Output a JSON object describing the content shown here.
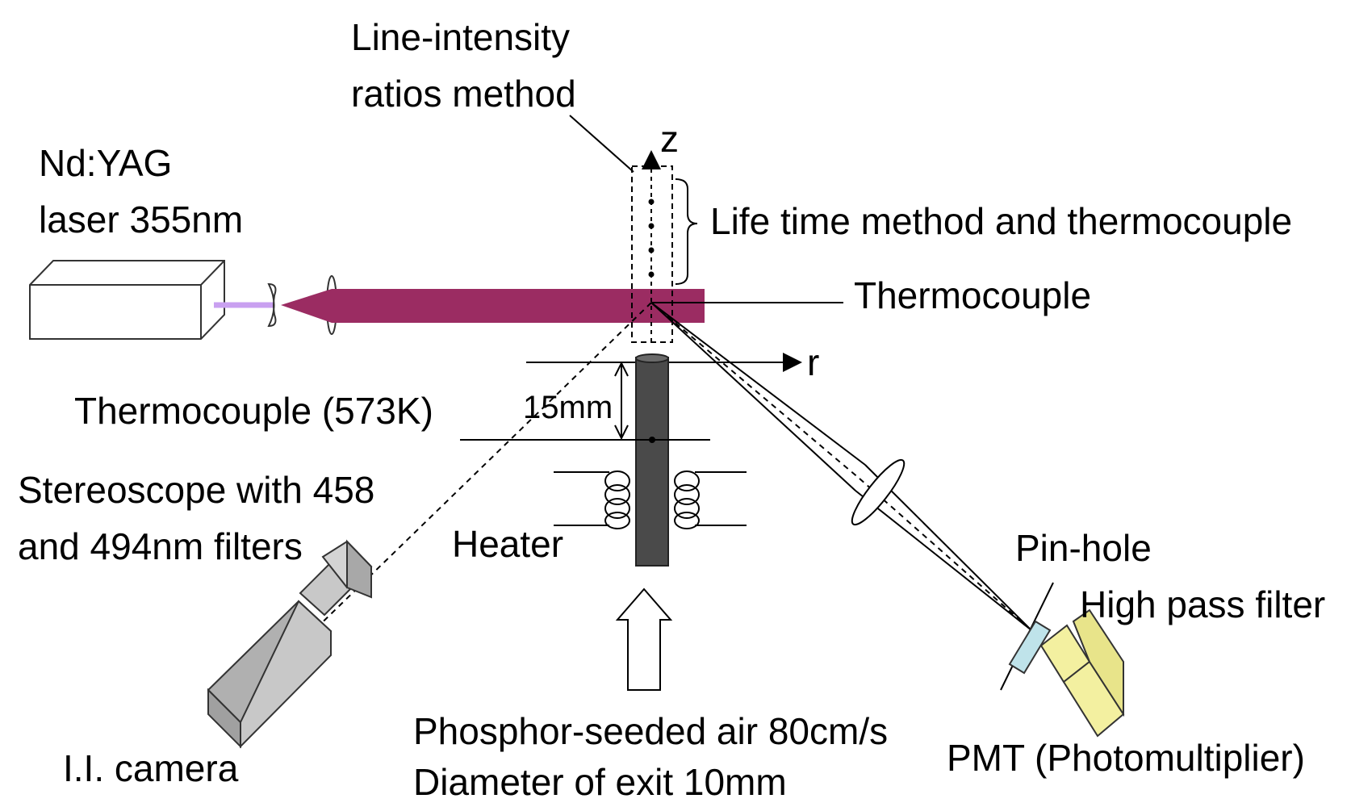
{
  "labels": {
    "line_intensity_1": "Line-intensity",
    "line_intensity_2": "ratios method",
    "laser_1": "Nd:YAG",
    "laser_2": "laser 355nm",
    "z_axis": "z",
    "r_axis": "r",
    "lifetime": "Life time method and thermocouple",
    "thermocouple": "Thermocouple",
    "thermocouple_573": "Thermocouple (573K)",
    "distance": "15mm",
    "stereoscope_1": "Stereoscope with 458",
    "stereoscope_2": "and 494nm filters",
    "heater": "Heater",
    "pinhole": "Pin-hole",
    "high_pass": "High pass filter",
    "flow_1": "Phosphor-seeded air 80cm/s",
    "flow_2": "Diameter of exit 10mm",
    "camera": "I.I. camera",
    "pmt": "PMT (Photomultiplier)"
  },
  "colors": {
    "laser_beam": "#9b2c62",
    "laser_light": "#c9a0f0",
    "nozzle": "#4a4a4a",
    "camera": "#c8c8c8",
    "pmt": "#f3f0a0",
    "filter": "#bfe3ea"
  }
}
